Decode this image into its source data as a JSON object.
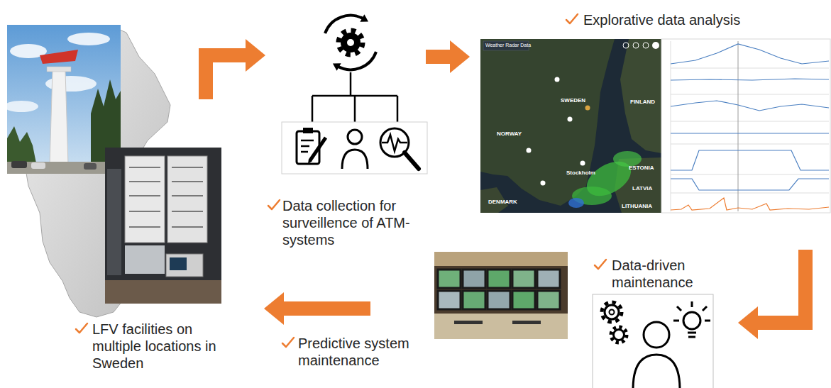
{
  "diagram": {
    "nodes": [
      {
        "text": [
          "LFV facilities on multiple locations in Sweden"
        ]
      },
      {
        "text": [
          "Data collection for surveillence of ATM-systems"
        ]
      },
      {
        "text": [
          "Explorative data analysis"
        ]
      },
      {
        "text": [
          "Data-driven maintenance"
        ]
      },
      {
        "text": [
          "Predictive system maintenance"
        ]
      }
    ],
    "edges": [
      {
        "from": 0,
        "to": 1,
        "arrow": "to"
      },
      {
        "from": 1,
        "to": 2,
        "arrow": "to"
      },
      {
        "from": 2,
        "to": 3,
        "arrow": "to"
      },
      {
        "from": 4,
        "to": 0,
        "arrow": "to"
      }
    ],
    "labels": [
      "Weather Radar Data",
      "NORWAY",
      "SWEDEN",
      "FINLAND",
      "ESTONIA",
      "LATVIA",
      "LITHUANIA",
      "DENMARK",
      "Stockholm"
    ]
  }
}
